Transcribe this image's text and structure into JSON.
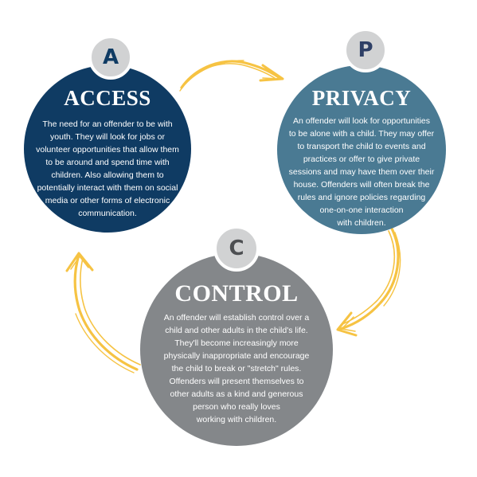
{
  "colors": {
    "access_circle": "#0f3b63",
    "privacy_circle": "#4a7a93",
    "control_circle": "#84878a",
    "badge": "#d1d2d3",
    "badge_letter_access": "#0f3b63",
    "badge_letter_privacy": "#2e3f66",
    "badge_letter_control": "#4d4f52",
    "arrow": "#f6c343",
    "text": "#ffffff"
  },
  "access": {
    "letter": "A",
    "title": "ACCESS",
    "lines": [
      "The need for an offender to be with",
      "youth. They will look for jobs or",
      "volunteer opportunities that allow them",
      "to be around and spend time with",
      "children. Also allowing them to",
      "potentially interact with them on social",
      "media or other forms of electronic",
      "communication."
    ]
  },
  "privacy": {
    "letter": "P",
    "title": "PRIVACY",
    "lines": [
      "An offender will look for opportunities",
      "to be alone with a child. They may offer",
      "to transport the child to events and",
      "practices or offer to give private",
      "sessions and may have them over their",
      "house. Offenders will often break the",
      "rules and ignore policies regarding",
      "one-on-one interaction",
      "with children."
    ]
  },
  "control": {
    "letter": "C",
    "title": "CONTROL",
    "lines": [
      "An offender will establish control over a",
      "child and other adults in the child's life.",
      "They'll become increasingly more",
      "physically inappropriate and encourage",
      "the child to break or \"stretch\" rules.",
      "Offenders will present themselves to",
      "other adults as a kind and generous",
      "person who really loves",
      "working with children."
    ]
  }
}
